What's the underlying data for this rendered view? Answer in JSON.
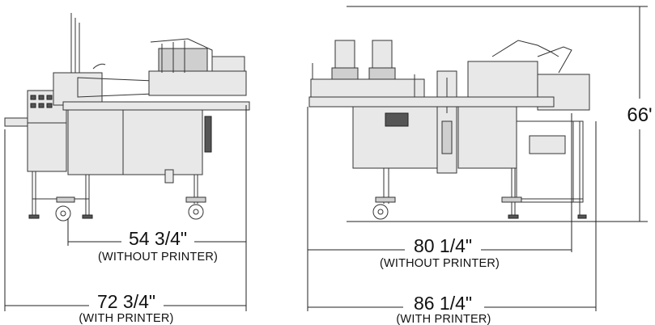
{
  "dimensions": {
    "left_without_printer": {
      "value": "54 3/4\"",
      "note": "(WITHOUT PRINTER)"
    },
    "left_with_printer": {
      "value": "72 3/4\"",
      "note": "(WITH PRINTER)"
    },
    "right_without_printer": {
      "value": "80 1/4\"",
      "note": "(WITHOUT PRINTER)"
    },
    "right_with_printer": {
      "value": "86 1/4\"",
      "note": "(WITH PRINTER)"
    },
    "height": {
      "value": "66'"
    }
  }
}
